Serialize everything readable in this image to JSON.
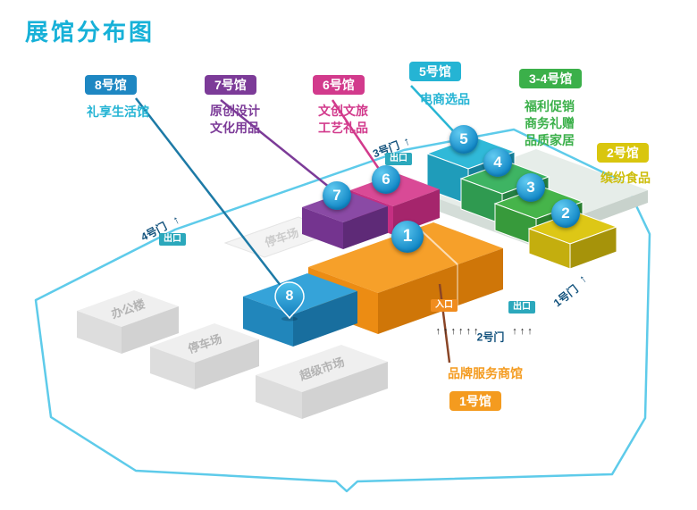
{
  "title": "展馆分布图",
  "halls": {
    "h8": {
      "tag": "8号馆",
      "lines": [
        "礼享生活馆"
      ]
    },
    "h7": {
      "tag": "7号馆",
      "lines": [
        "原创设计",
        "文化用品"
      ]
    },
    "h6": {
      "tag": "6号馆",
      "lines": [
        "文创文旅",
        "工艺礼品"
      ]
    },
    "h5": {
      "tag": "5号馆",
      "lines": [
        "电商选品"
      ]
    },
    "h34": {
      "tag": "3-4号馆",
      "lines": [
        "福利促销",
        "商务礼赠",
        "品质家居"
      ]
    },
    "h2": {
      "tag": "2号馆",
      "lines": [
        "缤纷食品"
      ]
    },
    "h1": {
      "tag": "1号馆",
      "lines": [
        "品牌服务商馆"
      ]
    }
  },
  "markers": {
    "n1": "1",
    "n2": "2",
    "n3": "3",
    "n4": "4",
    "n5": "5",
    "n6": "6",
    "n7": "7",
    "n8": "8"
  },
  "buildings": {
    "office": "办公楼",
    "parking_upper": "停车场",
    "parking_lower": "停车场",
    "market": "超级市场"
  },
  "gates": {
    "g1": "1号门",
    "g2": "2号门",
    "g3": "3号门",
    "g4": "4号门"
  },
  "signs": {
    "gate4": "出口",
    "gate3": "出口",
    "gate2_left": "入口",
    "gate2_right": "出口"
  },
  "icons": {
    "arrow_up": "↑",
    "crowd_arrows_left": "↑↑↑↑↑↑",
    "crowd_arrows_right": "↑↑↑"
  },
  "colors": {
    "accent_cyan": "#17b1d8",
    "blue": "#1e87c2",
    "purple": "#7c3b98",
    "magenta": "#d23a8c",
    "cyan": "#25b4d4",
    "green": "#3bb04a",
    "yellow": "#d9c60e",
    "orange": "#f49b1f"
  }
}
